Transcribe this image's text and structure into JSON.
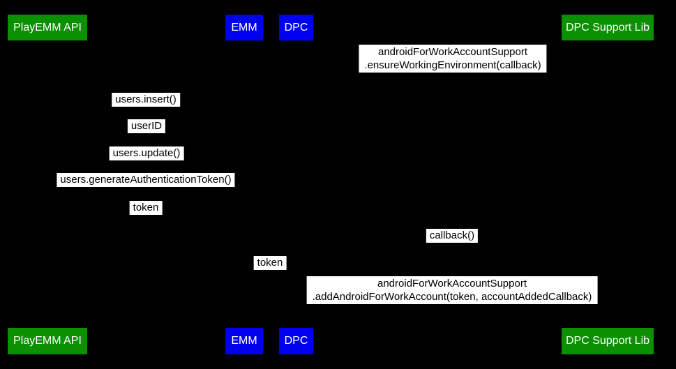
{
  "diagram": {
    "type": "sequence-diagram",
    "colors": {
      "background": "#000000",
      "actor_green": "#0a9000",
      "actor_blue": "#0000f0",
      "actor_text": "#ffffff",
      "message_background": "#ffffff",
      "message_text": "#000000"
    },
    "actors": {
      "playemm": {
        "label": "PlayEMM API"
      },
      "emm": {
        "label": "EMM"
      },
      "dpc": {
        "label": "DPC"
      },
      "dpc_support_lib": {
        "label": "DPC Support Lib"
      }
    },
    "messages": {
      "ensure_env": {
        "line1": "androidForWorkAccountSupport",
        "line2": ".ensureWorkingEnvironment(callback)"
      },
      "users_insert": {
        "label": "users.insert()"
      },
      "user_id": {
        "label": "userID"
      },
      "users_update": {
        "label": "users.update()"
      },
      "users_generate_token": {
        "label": "users.generateAuthenticationToken()"
      },
      "token_return": {
        "label": "token"
      },
      "callback": {
        "label": "callback()"
      },
      "token_forward": {
        "label": "token"
      },
      "add_account": {
        "line1": "androidForWorkAccountSupport",
        "line2": ".addAndroidForWorkAccount(token, accountAddedCallback)"
      }
    }
  }
}
